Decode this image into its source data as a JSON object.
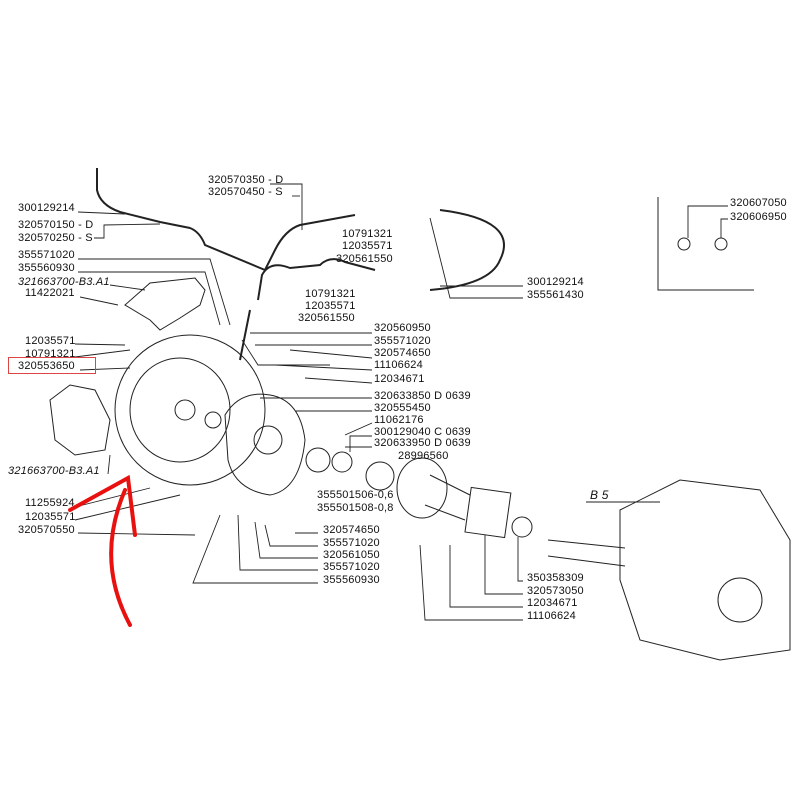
{
  "diagram": {
    "title_group": "B 5",
    "highlight_color": "#e53935",
    "arrow_color": "#e8110f",
    "highlighted_part": "320553650",
    "labels": {
      "l01": "300129214",
      "l02": "320570150 - D",
      "l03": "320570250 - S",
      "l04": "355571020",
      "l05": "355560930",
      "l06": "321663700-B3.A1",
      "l07": "11422021",
      "l08": "12035571",
      "l09": "10791321",
      "l10": "320553650",
      "l11": "321663700-B3.A1",
      "l12": "11255924",
      "l13": "12035571",
      "l14": "320570550",
      "t01": "320570350 - D",
      "t02": "320570450 - S",
      "m01": "10791321",
      "m02": "12035571",
      "m03": "320561550",
      "m04": "10791321",
      "m05": "12035571",
      "m06": "320561550",
      "r01": "320560950",
      "r02": "355571020",
      "r03": "320574650",
      "r04": "11106624",
      "r05": "12034671",
      "r06": "320633850 D 0639",
      "r07": "320555450",
      "r08": "11062176",
      "r09": "300129040 C 0639",
      "r10": "320633950 D 0639",
      "r11": "28996560",
      "p01": "300129214",
      "p02": "355561430",
      "i01": "320607050",
      "i02": "320606950",
      "b01": "355501506-0,6",
      "b02": "355501508-0,8",
      "b03": "320574650",
      "b04": "355571020",
      "b05": "320561050",
      "b06": "355571020",
      "b07": "355560930",
      "s01": "350358309",
      "s02": "320573050",
      "s03": "12034671",
      "s04": "11106624"
    }
  }
}
